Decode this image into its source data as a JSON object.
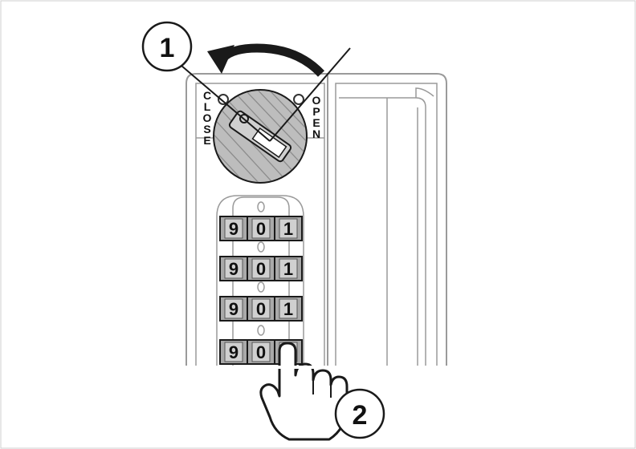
{
  "dial": {
    "close_label": "CLOSE",
    "open_label": "OPEN"
  },
  "steps": {
    "step1": "1",
    "step2": "2"
  },
  "combination": {
    "wheel_rows": [
      [
        "9",
        "0",
        "1"
      ],
      [
        "9",
        "0",
        "1"
      ],
      [
        "9",
        "0",
        "1"
      ],
      [
        "9",
        "0",
        ""
      ]
    ],
    "index_mark": "0"
  },
  "colors": {
    "line": "#1a1a1a",
    "panel_stroke": "#9a9a9a",
    "dial_fill": "#bdbdbd",
    "wheel_fill": "#a9a9a9",
    "wheel_light": "#d0d0d0"
  }
}
